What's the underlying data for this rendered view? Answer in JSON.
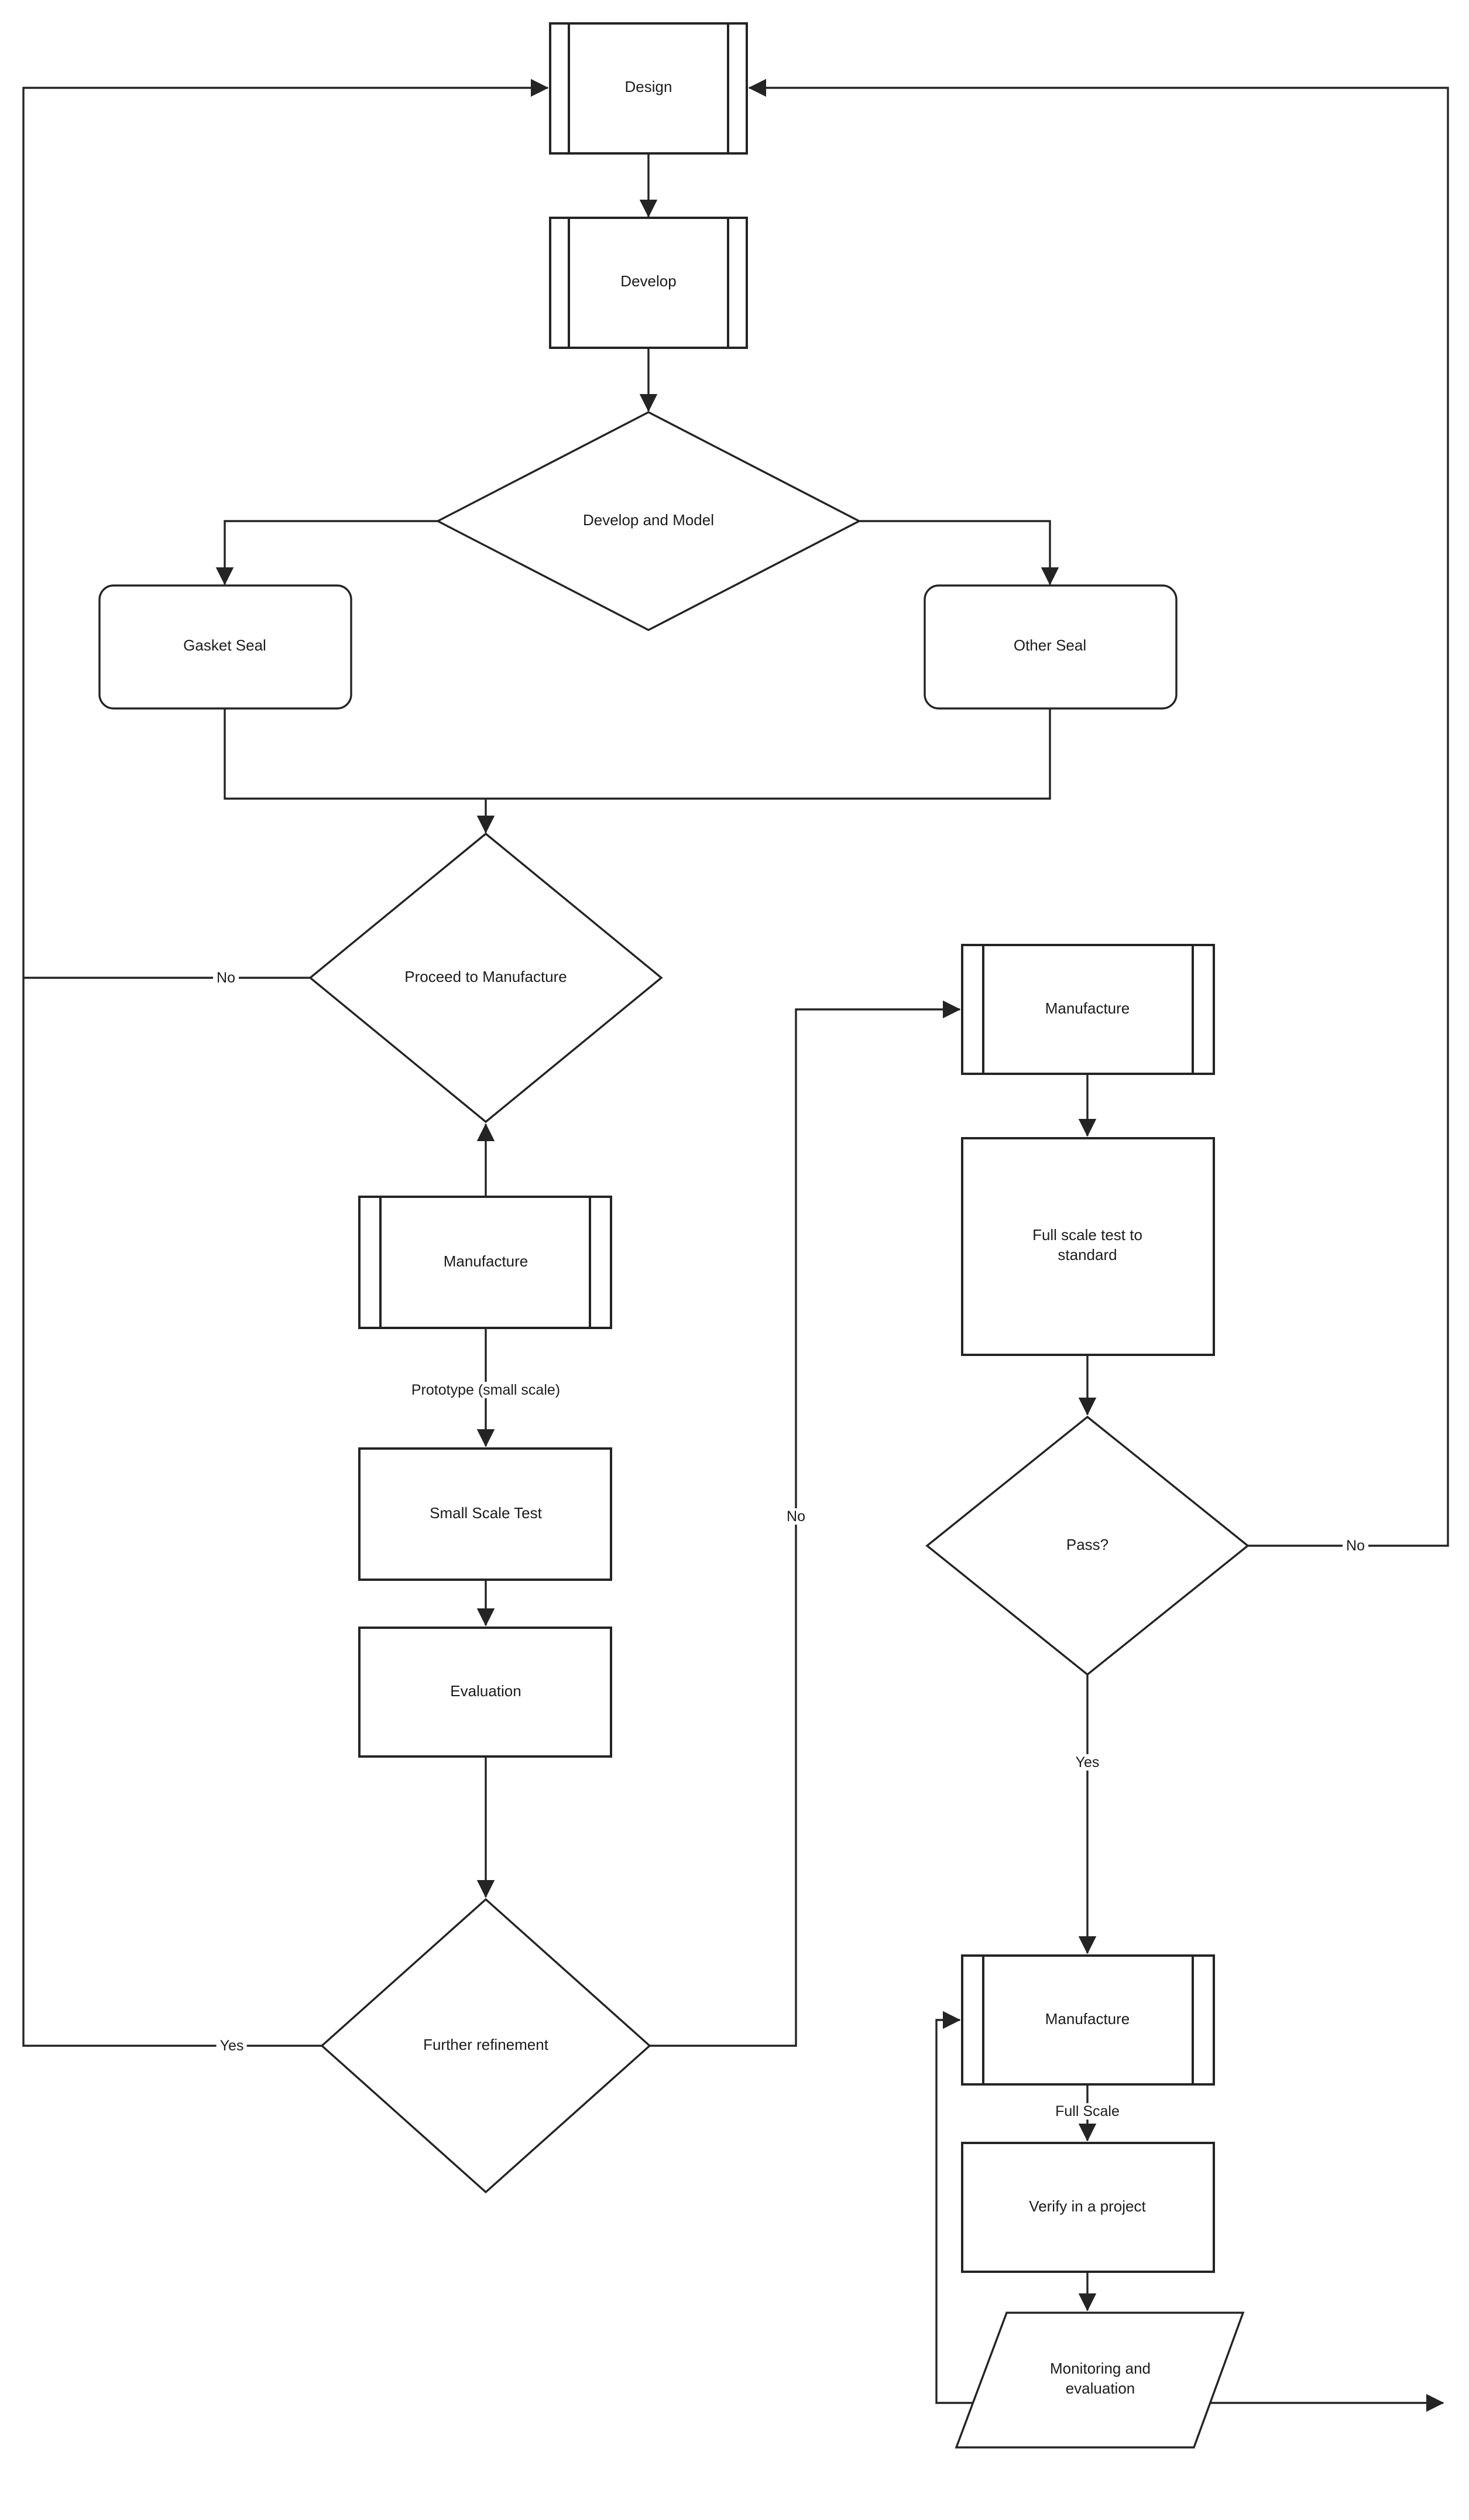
{
  "canvas": {
    "background": "#ffffff",
    "line_color": "#242424"
  },
  "nodes": {
    "design": {
      "label": "Design",
      "shape": "predefined-process"
    },
    "develop": {
      "label": "Develop",
      "shape": "predefined-process"
    },
    "develop_and_model": {
      "label": "Develop and Model",
      "shape": "decision"
    },
    "gasket_seal": {
      "label": "Gasket Seal",
      "shape": "rounded-rectangle"
    },
    "other_seal": {
      "label": "Other Seal",
      "shape": "rounded-rectangle"
    },
    "proceed_to_manufacture": {
      "label": "Proceed to Manufacture",
      "shape": "decision"
    },
    "manufacture_prototype": {
      "label": "Manufacture",
      "shape": "predefined-process"
    },
    "small_scale_test": {
      "label": "Small Scale Test",
      "shape": "process"
    },
    "evaluation": {
      "label": "Evaluation",
      "shape": "process"
    },
    "further_refinement": {
      "label": "Further refinement",
      "shape": "decision"
    },
    "manufacture_full_scale": {
      "label": "Manufacture",
      "shape": "predefined-process"
    },
    "full_scale_test": {
      "label": "Full scale test to standard",
      "shape": "process"
    },
    "pass": {
      "label": "Pass?",
      "shape": "decision"
    },
    "manufacture_production": {
      "label": "Manufacture",
      "shape": "predefined-process"
    },
    "verify_in_project": {
      "label": "Verify in a project",
      "shape": "process"
    },
    "monitoring_evaluation": {
      "label": "Monitoring and evaluation",
      "shape": "data-parallelogram"
    }
  },
  "edge_labels": {
    "no_proceed": "No",
    "yes_refinement": "Yes",
    "no_refinement": "No",
    "no_pass": "No",
    "yes_pass": "Yes",
    "prototype_note": "Prototype (small scale)",
    "full_scale_note": "Full Scale"
  }
}
